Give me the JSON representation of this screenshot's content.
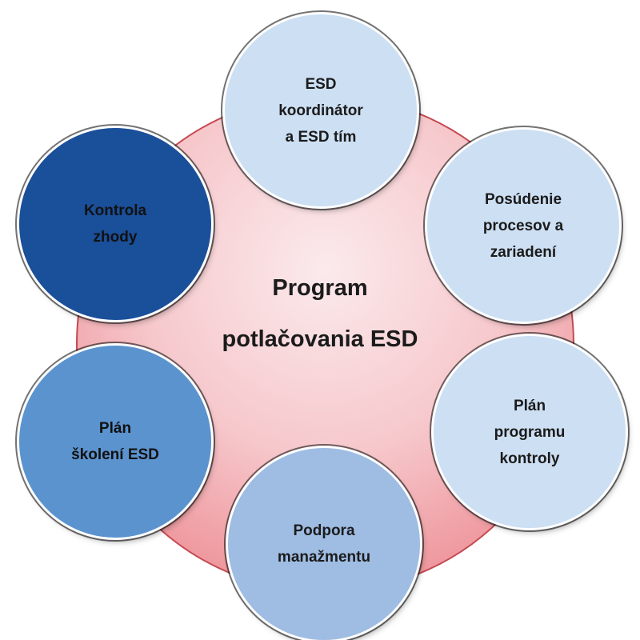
{
  "center": {
    "line1": "Program",
    "line2": "potlačovania ESD"
  },
  "nodes": {
    "top": "ESD\nkoordinátor\na ESD tím",
    "right": "Posúdenie\nprocesov a\nzariadení",
    "right_bottom": "Plán\nprogramu\nkontroly",
    "bottom": "Podpora\nmanažmentu",
    "left_bottom": "Plán\nškolení ESD",
    "left": "Kontrola\nzhody"
  },
  "colors": {
    "hub": "#f6c8cc",
    "hub_border": "#c44a52",
    "node_light": "#cddff3",
    "node_mid": "#9fbde3",
    "node_blue": "#5b93cf",
    "node_dark": "#1a4f9a"
  }
}
